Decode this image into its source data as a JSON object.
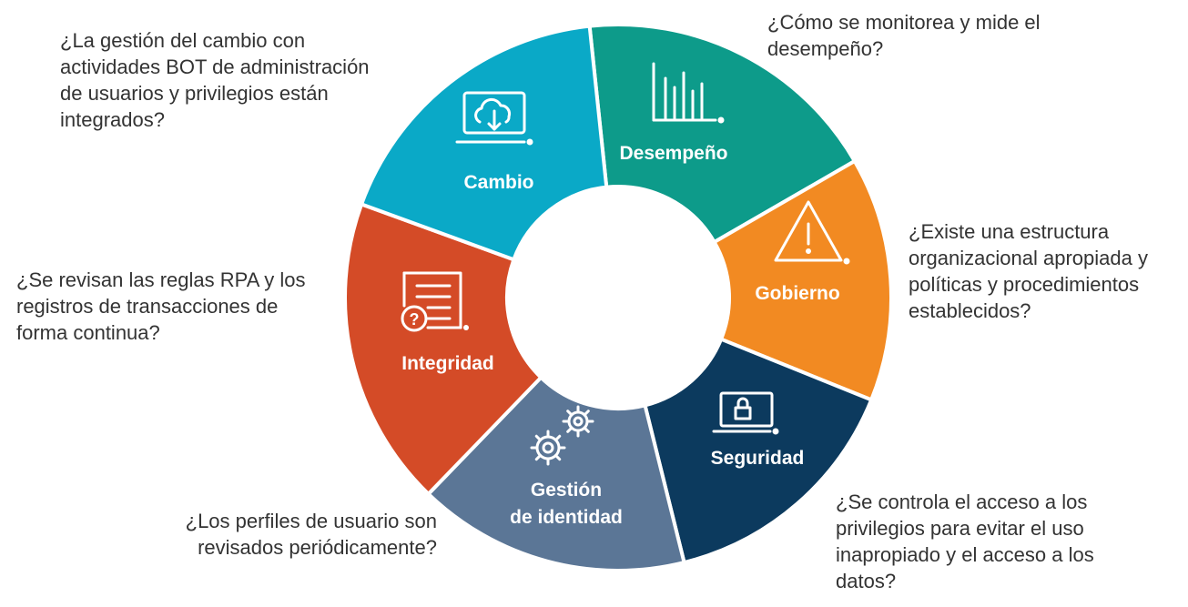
{
  "segments": [
    {
      "id": "desempeno",
      "label": "Desempeño",
      "color": "#0d9b8a",
      "icon": "bar-chart-icon",
      "question": "¿Cómo se monitorea y mide el desempeño?"
    },
    {
      "id": "gobierno",
      "label": "Gobierno",
      "color": "#f28a22",
      "icon": "warning-triangle-icon",
      "question": "¿Existe una estructura organizacional apropiada y políticas y procedimientos establecidos?"
    },
    {
      "id": "seguridad",
      "label": "Seguridad",
      "color": "#0c3a5e",
      "icon": "monitor-lock-icon",
      "question": "¿Se controla el acceso a los privilegios para evitar el uso inapropiado y el acceso a los datos?"
    },
    {
      "id": "gestion",
      "label": "Gestión de identidad",
      "label_lines": [
        "Gestión",
        "de identidad"
      ],
      "color": "#5b7696",
      "icon": "gears-icon",
      "question": "¿Los perfiles de usuario son revisados periódicamente?"
    },
    {
      "id": "integridad",
      "label": "Integridad",
      "color": "#d44b27",
      "icon": "document-question-icon",
      "question": "¿Se revisan las reglas RPA y los registros de transacciones de forma continua?"
    },
    {
      "id": "cambio",
      "label": "Cambio",
      "color": "#0aa9c7",
      "icon": "monitor-cloud-download-icon",
      "question": "¿La gestión del cambio con actividades BOT de administración de usuarios y privilegios están integrados?"
    }
  ],
  "questions": {
    "desempeno": "¿Cómo se monitorea y mide el\ndesempeño?",
    "gobierno": "¿Existe una estructura\norganizacional apropiada y\npolíticas y procedimientos\nestablecidos?",
    "seguridad": "¿Se controla el acceso a los\nprivilegios para evitar el uso\ninapropiado y el acceso a los\ndatos?",
    "gestion": "¿Los perfiles de usuario son\nrevisados periódicamente?",
    "integridad": "¿Se revisan las reglas RPA y los\nregistros de transacciones de\nforma continua?",
    "cambio": "¿La gestión del cambio con\nactividades BOT de administración\nde usuarios y privilegios están\nintegrados?"
  },
  "labels": {
    "desempeno": "Desempeño",
    "gobierno": "Gobierno",
    "seguridad": "Seguridad",
    "gestion_line1": "Gestión",
    "gestion_line2": "de identidad",
    "integridad": "Integridad",
    "cambio": "Cambio"
  }
}
